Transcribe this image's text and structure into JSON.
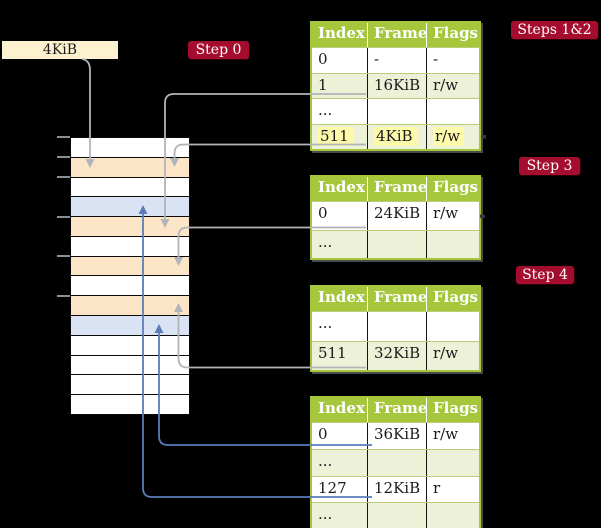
{
  "colors": {
    "background": "#000000",
    "table_header_green": "#a6c73c",
    "table_shaded_row": "#ecf1d7",
    "highlight_yellow": "#fefaab",
    "legend_cream": "#fdf2cf",
    "badge_red": "#a50d2f",
    "memory_frame_orange": "#fce4c6",
    "memory_frame_blue": "#d9e3f4",
    "arrow_gray": "#b1b4b8",
    "arrow_blue": "#5a7db8"
  },
  "legend": {
    "label": "4KiB"
  },
  "badges": {
    "step0": "Step 0",
    "steps_1_2": "Steps 1&2",
    "step3": "Step 3",
    "step4": "Step 4"
  },
  "memory": {
    "row_fills": [
      "white",
      "orange",
      "white",
      "blue",
      "orange",
      "white",
      "orange",
      "white",
      "orange",
      "blue",
      "white",
      "white",
      "white",
      "white"
    ]
  },
  "tables": {
    "t1": {
      "headers": [
        "Index",
        "Frame",
        "Flags"
      ],
      "rows": [
        [
          "0",
          "-",
          "-"
        ],
        [
          "1",
          "16KiB",
          "r/w"
        ],
        [
          "...",
          "",
          ""
        ],
        [
          "511",
          "4KiB",
          "r/w"
        ]
      ]
    },
    "t2": {
      "headers": [
        "Index",
        "Frame",
        "Flags"
      ],
      "rows": [
        [
          "0",
          "24KiB",
          "r/w"
        ],
        [
          "...",
          "",
          ""
        ]
      ]
    },
    "t3": {
      "headers": [
        "Index",
        "Frame",
        "Flags"
      ],
      "rows": [
        [
          "...",
          "",
          ""
        ],
        [
          "511",
          "32KiB",
          "r/w"
        ]
      ]
    },
    "t4": {
      "headers": [
        "Index",
        "Frame",
        "Flags"
      ],
      "rows": [
        [
          "0",
          "36KiB",
          "r/w"
        ],
        [
          "...",
          "",
          ""
        ],
        [
          "127",
          "12KiB",
          "r"
        ],
        [
          "...",
          "",
          ""
        ]
      ]
    }
  }
}
